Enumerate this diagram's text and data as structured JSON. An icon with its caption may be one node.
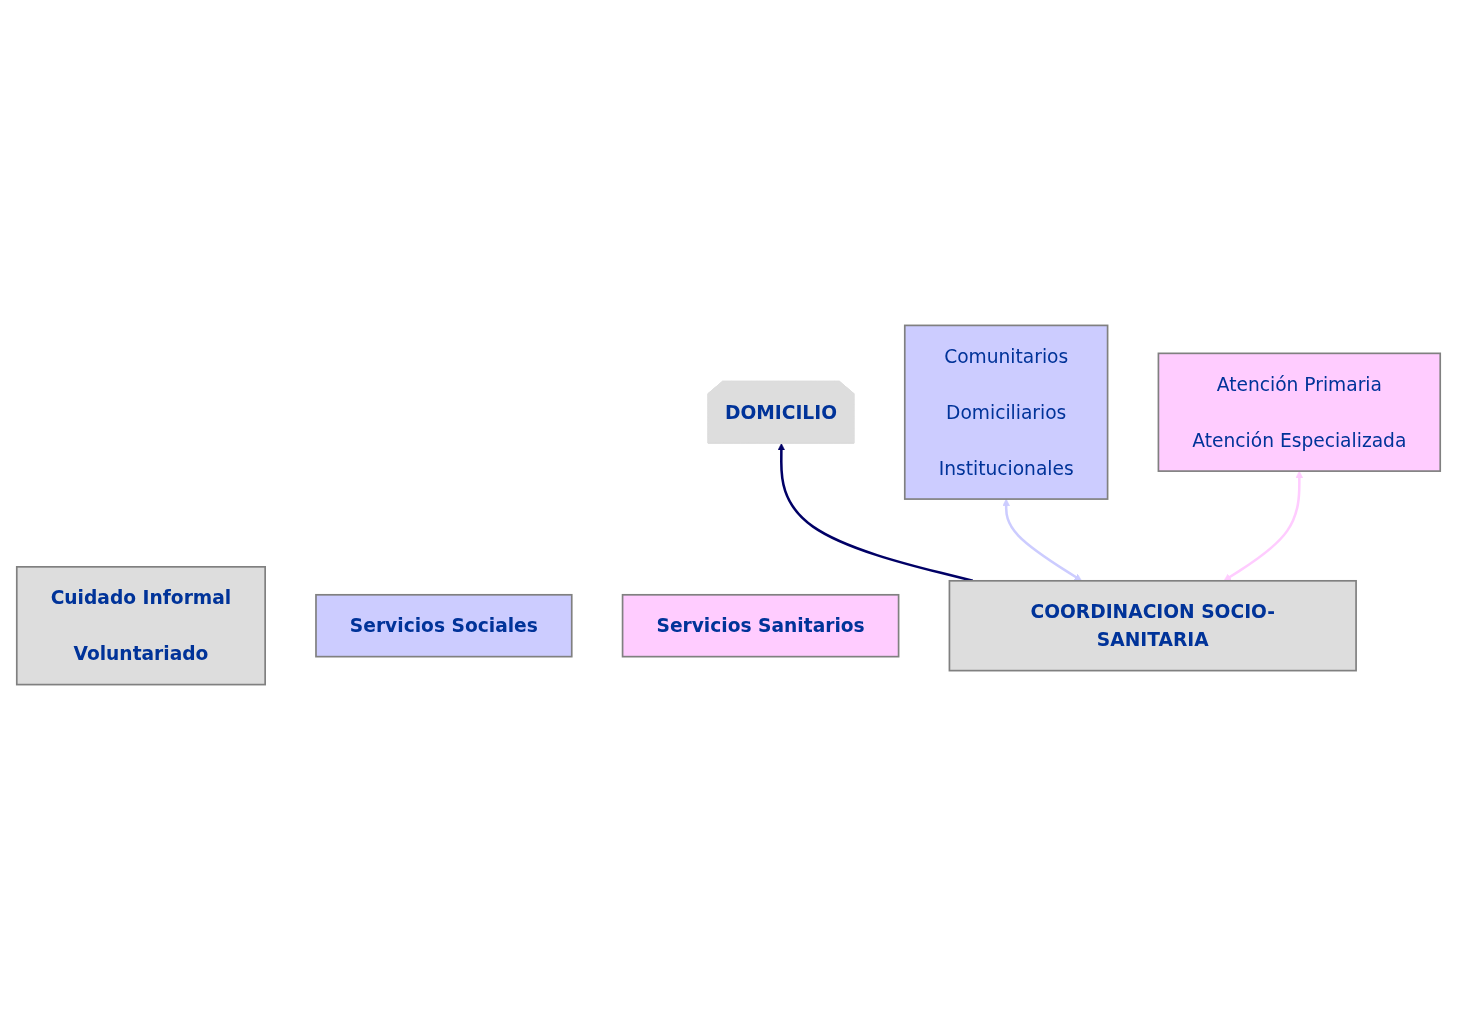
{
  "diagram": {
    "nodes": [
      {
        "text": [
          "Cuidado Informal",
          "Voluntariado"
        ]
      },
      {
        "text": [
          "Servicios Sociales"
        ]
      },
      {
        "text": [
          "Servicios Sanitarios"
        ]
      },
      {
        "text": [
          "Comunitarios",
          "Domiciliarios",
          "Institucionales"
        ]
      },
      {
        "text": [
          "DOMICILIO"
        ]
      },
      {
        "text": [
          "Atención Primaria",
          "Atención Especializada"
        ]
      },
      {
        "text": [
          "COORDINACION SOCIO-SANITARIA"
        ]
      }
    ],
    "edges": [
      {
        "from": 6,
        "to": 4,
        "arrow": "to",
        "color": "#000066"
      },
      {
        "from": 3,
        "to": 6,
        "arrow": "both",
        "color": "#ccccff"
      },
      {
        "from": 5,
        "to": 6,
        "arrow": "both",
        "color": "#ffccff"
      }
    ]
  }
}
